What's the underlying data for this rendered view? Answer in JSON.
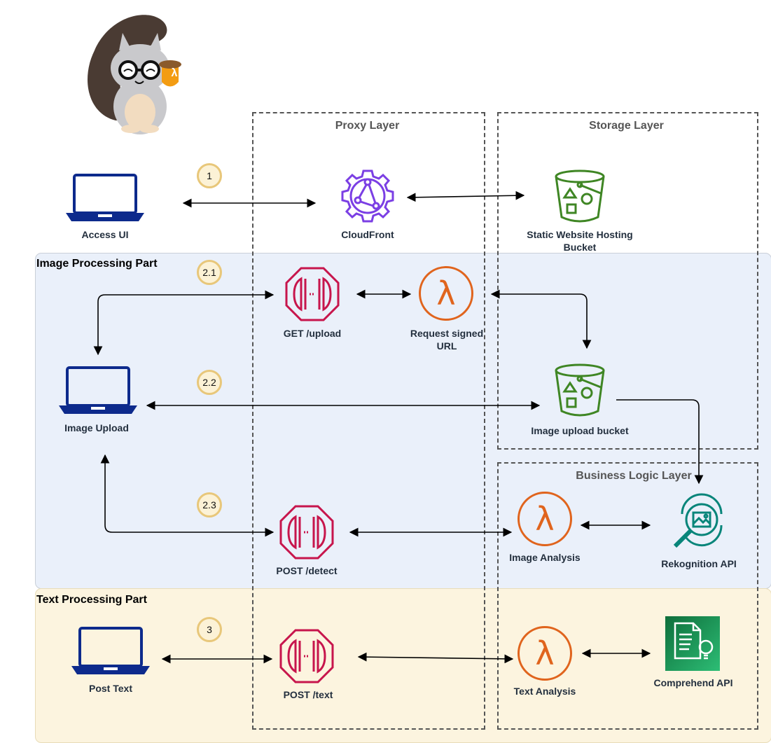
{
  "parts": {
    "image_processing": "Image Processing Part",
    "text_processing": "Text Processing Part"
  },
  "layers": {
    "proxy": "Proxy Layer",
    "storage": "Storage Layer",
    "business_logic": "Business Logic Layer"
  },
  "badges": {
    "b1": "1",
    "b21": "2.1",
    "b22": "2.2",
    "b23": "2.3",
    "b3": "3"
  },
  "nodes": {
    "access_ui": "Access UI",
    "cloudfront": "CloudFront",
    "static_bucket": "Static Website Hosting Bucket",
    "get_upload": "GET /upload",
    "request_signed_url": "Request signed URL",
    "image_upload": "Image Upload",
    "image_upload_bucket": "Image upload bucket",
    "post_detect": "POST /detect",
    "image_analysis": "Image Analysis",
    "rekognition": "Rekognition API",
    "post_text": "Post Text",
    "post_text_api": "POST /text",
    "text_analysis": "Text Analysis",
    "comprehend": "Comprehend API"
  },
  "mascot_glyph": "λ",
  "lambda_glyph": "λ",
  "colors": {
    "laptop": "#0d2a8c",
    "cloudfront": "#7b3fe4",
    "s3": "#3f8624",
    "apigw": "#c7154c",
    "lambda": "#e0641d",
    "rekognition": "#08857a",
    "comprehend": "#1e8f56",
    "badge_fill": "#fcf2d6",
    "badge_border": "#e8c77a"
  }
}
